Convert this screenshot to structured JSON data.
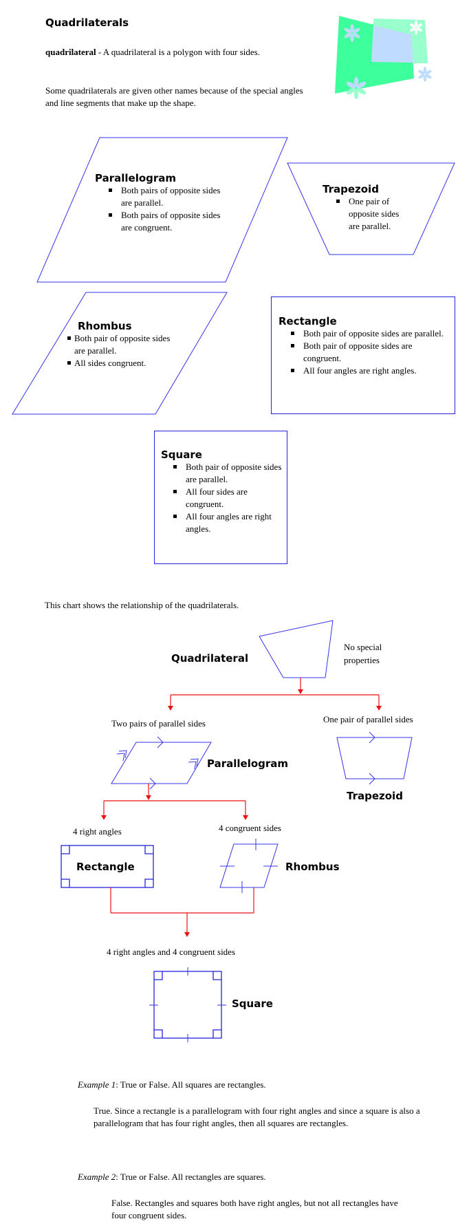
{
  "title": "Quadrilaterals",
  "definition": {
    "term": "quadrilateral",
    "text": " - A quadrilateral is a polygon with four sides."
  },
  "intro": "Some quadrilaterals are given other names because of the special angles and line segments that make up the shape.",
  "colors": {
    "shape_stroke": "#3333ee",
    "arrow_red": "#ee1111",
    "deco_green": "#3dff9c",
    "deco_mint": "#99ffcc",
    "deco_blue": "#bfdcff"
  },
  "shapes": {
    "parallelogram": {
      "name": "Parallelogram",
      "properties": [
        "Both pairs of opposite sides are parallel.",
        "Both pairs of opposite sides are congruent."
      ]
    },
    "trapezoid": {
      "name": "Trapezoid",
      "properties": [
        "One pair of opposite sides are parallel."
      ]
    },
    "rhombus": {
      "name": "Rhombus",
      "properties": [
        "Both pair of opposite sides are parallel.",
        "All sides congruent."
      ]
    },
    "rectangle": {
      "name": "Rectangle",
      "properties": [
        "Both pair of opposite sides are parallel.",
        "Both pair of opposite sides are congruent.",
        "All four angles are right angles."
      ]
    },
    "square": {
      "name": "Square",
      "properties": [
        "Both pair of opposite sides are parallel.",
        "All four sides are congruent.",
        "All four angles are right angles."
      ]
    }
  },
  "chart_intro": "This chart shows the relationship of the quadrilaterals.",
  "flowchart": {
    "quadrilateral": "Quadrilateral",
    "quadrilateral_note": [
      "No special",
      "properties"
    ],
    "two_pairs": "Two pairs of parallel sides",
    "one_pair": "One pair of parallel sides",
    "parallelogram": "Parallelogram",
    "trapezoid": "Trapezoid",
    "four_right": "4 right angles",
    "four_congruent": "4 congruent sides",
    "rectangle": "Rectangle",
    "rhombus": "Rhombus",
    "both": "4 right angles and 4 congruent sides",
    "square": "Square"
  },
  "examples": [
    {
      "label": "Example 1",
      "question": ":  True or False.  All squares are rectangles.",
      "answer": "True.   Since a rectangle is a parallelogram with four right angles and since a square is also a parallelogram that has four right angles, then all squares are rectangles."
    },
    {
      "label": "Example 2",
      "question": ":  True or False.  All rectangles are squares.",
      "answer": "False.  Rectangles and squares both have right angles, but not all rectangles have four congruent sides."
    }
  ]
}
